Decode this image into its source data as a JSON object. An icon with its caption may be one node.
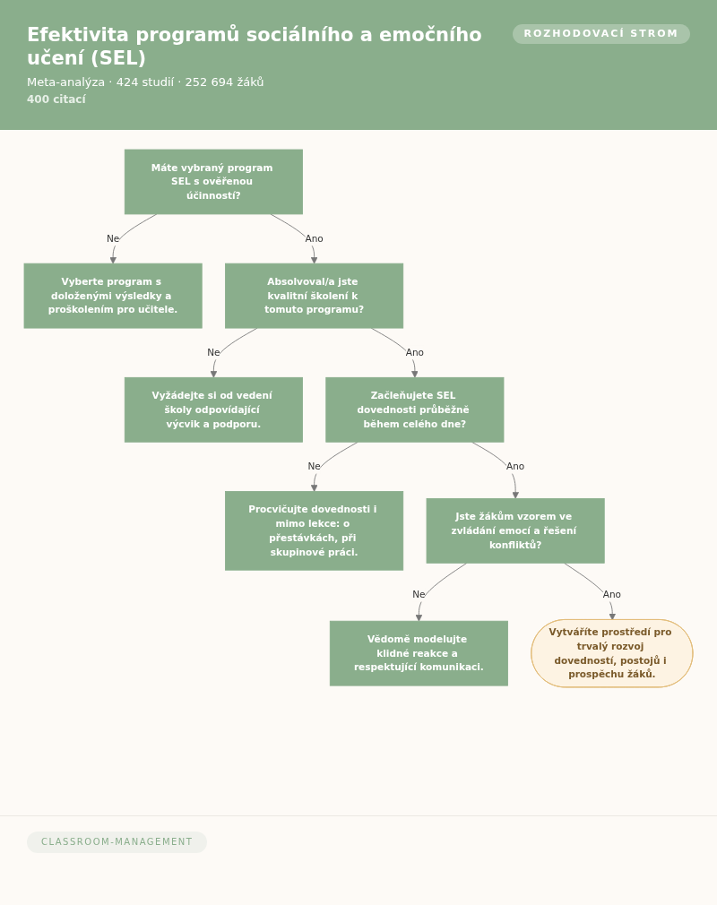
{
  "diagram": {
    "title": "Efektivita programů sociálního a emočního učení (SEL)",
    "nodes": [
      {
        "text": [
          "Máte vybraný program SEL s ověřenou účinností?"
        ]
      },
      {
        "text": [
          "Vyberte program s doloženými výsledky a proškolením pro učitele."
        ]
      },
      {
        "text": [
          "Absolvoval/a jste kvalitní školení k tomuto programu?"
        ]
      },
      {
        "text": [
          "Vyžádejte si od vedení školy odpovídající výcvik a podporu."
        ]
      },
      {
        "text": [
          "Začleňujete SEL dovednosti průběžně během celého dne?"
        ]
      },
      {
        "text": [
          "Procvičujte dovednosti i mimo lekce: o přestávkách, při skupinové práci."
        ]
      },
      {
        "text": [
          "Jste žákům vzorem ve zvládání emocí a řešení konfliktů?"
        ]
      },
      {
        "text": [
          "Vědomě modelujte klidné reakce a respektující komunikaci."
        ]
      },
      {
        "text": [
          "Vytváříte prostředí pro trvalý rozvoj dovedností, postojů i prospěchu žáků."
        ]
      }
    ],
    "edges": [
      {
        "from": 0,
        "to": 1,
        "arrow": "to",
        "label": "Ne"
      },
      {
        "from": 0,
        "to": 2,
        "arrow": "to",
        "label": "Ano"
      },
      {
        "from": 2,
        "to": 3,
        "arrow": "to",
        "label": "Ne"
      },
      {
        "from": 2,
        "to": 4,
        "arrow": "to",
        "label": "Ano"
      },
      {
        "from": 4,
        "to": 5,
        "arrow": "to",
        "label": "Ne"
      },
      {
        "from": 4,
        "to": 6,
        "arrow": "to",
        "label": "Ano"
      },
      {
        "from": 6,
        "to": 7,
        "arrow": "to",
        "label": "Ne"
      },
      {
        "from": 6,
        "to": 8,
        "arrow": "to",
        "label": "Ano"
      }
    ],
    "labels": [
      "Meta-analýza · 424 studií · 252 694 žáků",
      "400 citací",
      "ROZHODOVACÍ STROM",
      "CLASSROOM-MANAGEMENT"
    ]
  }
}
